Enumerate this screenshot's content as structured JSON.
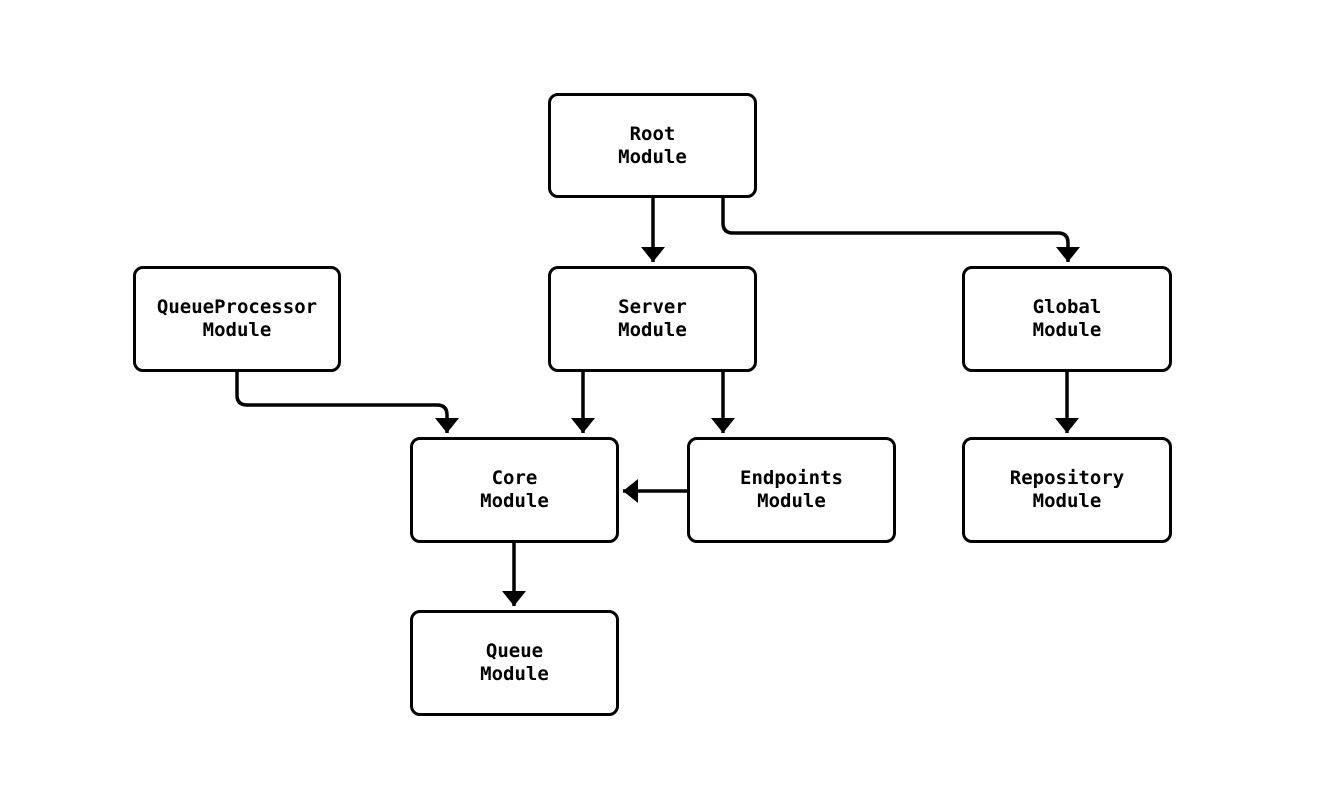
{
  "diagram": {
    "type": "flowchart",
    "nodes": {
      "root": {
        "label": "Root\nModule"
      },
      "server": {
        "label": "Server\nModule"
      },
      "global": {
        "label": "Global\nModule"
      },
      "queueproc": {
        "label": "QueueProcessor\nModule"
      },
      "core": {
        "label": "Core\nModule"
      },
      "endpoints": {
        "label": "Endpoints\nModule"
      },
      "repository": {
        "label": "Repository\nModule"
      },
      "queue": {
        "label": "Queue\nModule"
      }
    },
    "edges": [
      {
        "from": "Root Module",
        "to": "Server Module"
      },
      {
        "from": "Root Module",
        "to": "Global Module"
      },
      {
        "from": "QueueProcessor Module",
        "to": "Core Module"
      },
      {
        "from": "Server Module",
        "to": "Core Module"
      },
      {
        "from": "Server Module",
        "to": "Endpoints Module"
      },
      {
        "from": "Endpoints Module",
        "to": "Core Module"
      },
      {
        "from": "Core Module",
        "to": "Queue Module"
      },
      {
        "from": "Global Module",
        "to": "Repository Module"
      }
    ],
    "colors": {
      "background": "#ffffff",
      "node_fill": "#ffffff",
      "node_border": "#000000",
      "edge": "#000000",
      "text": "#000000"
    }
  }
}
